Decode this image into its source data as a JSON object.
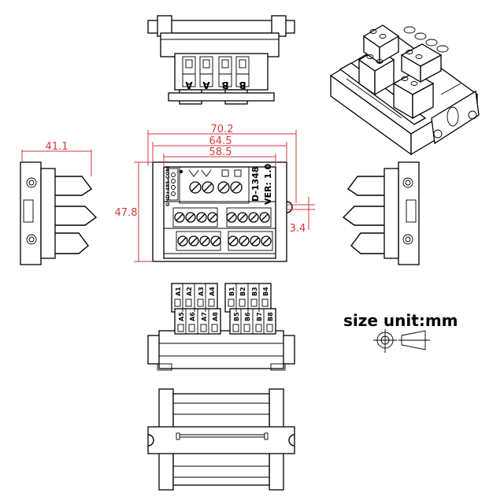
{
  "dimensions": {
    "overall_width": "70.2",
    "body_width": "64.5",
    "inner_width": "58.5",
    "height": "47.8",
    "side_depth": "41.1",
    "pin_pitch": "3.4"
  },
  "board": {
    "model": "D-1348",
    "version": "VER: 1.0",
    "top_terminal_labels": [
      "A",
      "A",
      "B",
      "B"
    ],
    "pcb_text": "GND+485-COM"
  },
  "terminals": {
    "row1": [
      "A1",
      "A2",
      "A3",
      "A4",
      "B1",
      "B2",
      "B3",
      "B4"
    ],
    "row2": [
      "A5",
      "A6",
      "A7",
      "A8",
      "B5",
      "B6",
      "B7",
      "B8"
    ]
  },
  "unit_note": "size unit:mm"
}
